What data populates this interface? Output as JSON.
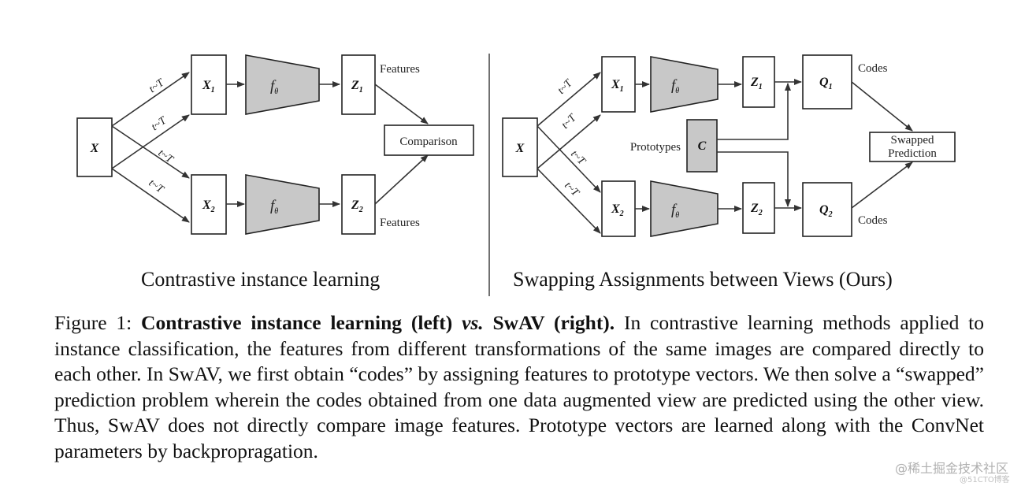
{
  "left_panel": {
    "title": "Contrastive instance learning",
    "input": {
      "var": "X"
    },
    "views": [
      {
        "var": "X",
        "sub": "1",
        "out_var": "Z",
        "out_sub": "1",
        "features_label": "Features"
      },
      {
        "var": "X",
        "sub": "2",
        "out_var": "Z",
        "out_sub": "2",
        "features_label": "Features"
      }
    ],
    "transform_labels": [
      "t~T",
      "t~T",
      "t~T",
      "t~T"
    ],
    "encoder": {
      "symbol": "f",
      "subscript": "θ"
    },
    "comparison": "Comparison"
  },
  "right_panel": {
    "title": "Swapping Assignments between Views (Ours)",
    "input": {
      "var": "X"
    },
    "views": [
      {
        "var": "X",
        "sub": "1",
        "out_var": "Z",
        "out_sub": "1",
        "code_var": "Q",
        "code_sub": "1",
        "codes_label": "Codes"
      },
      {
        "var": "X",
        "sub": "2",
        "out_var": "Z",
        "out_sub": "2",
        "code_var": "Q",
        "code_sub": "2",
        "codes_label": "Codes"
      }
    ],
    "transform_labels": [
      "t~T",
      "t~T",
      "t~T",
      "t~T"
    ],
    "encoder": {
      "symbol": "f",
      "subscript": "θ"
    },
    "prototypes_label": "Prototypes",
    "prototypes_var": "C",
    "swapped_prediction": [
      "Swapped",
      "Prediction"
    ]
  },
  "caption": {
    "figure_label": "Figure 1:",
    "bold_a": "Contrastive instance learning (left)",
    "bold_vs": "vs.",
    "bold_b": "SwAV (right).",
    "body": "In contrastive learning methods applied to instance classification, the features from different transformations of the same images are compared directly to each other. In SwAV, we first obtain “codes” by assigning features to prototype vectors. We then solve a “swapped” prediction problem wherein the codes obtained from one data augmented view are predicted using the other view. Thus, SwAV does not directly compare image features. Prototype vectors are learned along with the ConvNet parameters by backpropragation."
  },
  "watermark": {
    "line1": "@稀土掘金技术社区",
    "line2": "@51CTO博客"
  }
}
